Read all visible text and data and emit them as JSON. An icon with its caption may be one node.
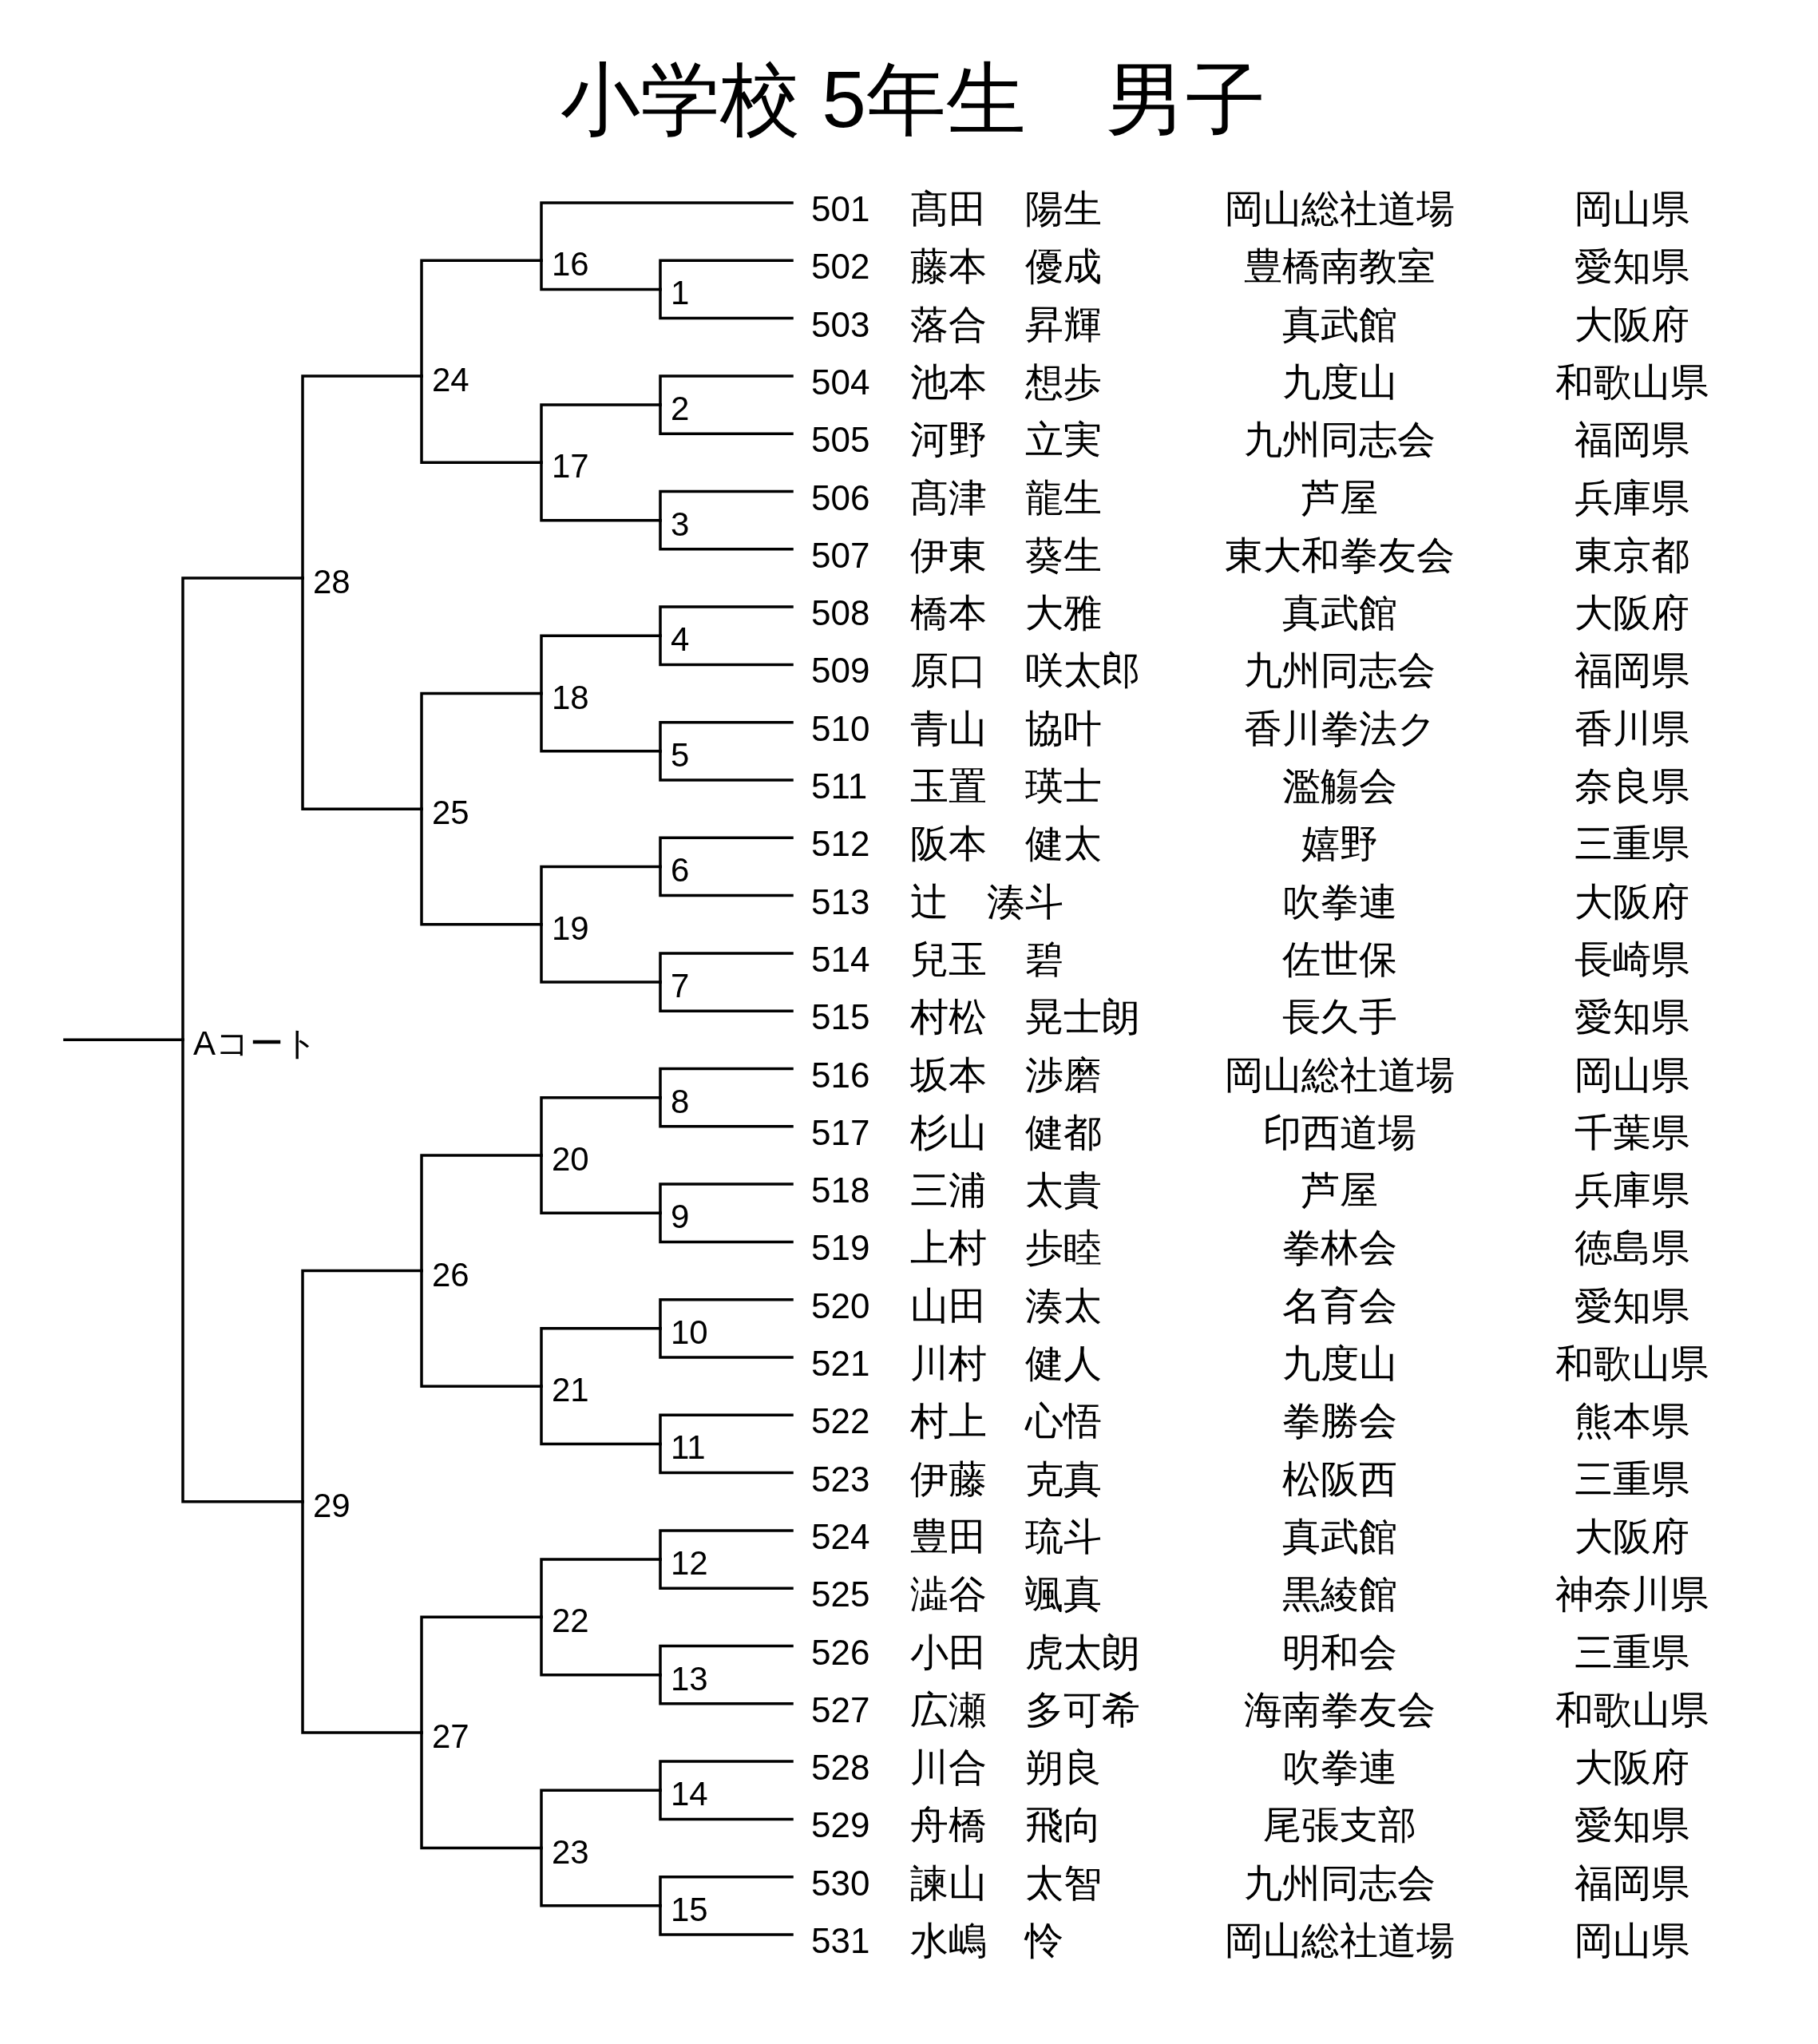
{
  "diagram": {
    "title": "小学校 5年生　男子",
    "nodes": [
      {
        "text": [
          "501",
          "髙田　陽生",
          "岡山総社道場",
          "岡山県"
        ]
      },
      {
        "text": [
          "502",
          "藤本　優成",
          "豊橋南教室",
          "愛知県"
        ]
      },
      {
        "text": [
          "503",
          "落合　昇輝",
          "真武館",
          "大阪府"
        ]
      },
      {
        "text": [
          "504",
          "池本　想歩",
          "九度山",
          "和歌山県"
        ]
      },
      {
        "text": [
          "505",
          "河野　立実",
          "九州同志会",
          "福岡県"
        ]
      },
      {
        "text": [
          "506",
          "髙津　龍生",
          "芦屋",
          "兵庫県"
        ]
      },
      {
        "text": [
          "507",
          "伊東　葵生",
          "東大和拳友会",
          "東京都"
        ]
      },
      {
        "text": [
          "508",
          "橋本　大雅",
          "真武館",
          "大阪府"
        ]
      },
      {
        "text": [
          "509",
          "原口　咲太郎",
          "九州同志会",
          "福岡県"
        ]
      },
      {
        "text": [
          "510",
          "青山　協叶",
          "香川拳法ク",
          "香川県"
        ]
      },
      {
        "text": [
          "511",
          "玉置　瑛士",
          "濫觴会",
          "奈良県"
        ]
      },
      {
        "text": [
          "512",
          "阪本　健太",
          "嬉野",
          "三重県"
        ]
      },
      {
        "text": [
          "513",
          "辻　湊斗",
          "吹拳連",
          "大阪府"
        ]
      },
      {
        "text": [
          "514",
          "兒玉　碧",
          "佐世保",
          "長崎県"
        ]
      },
      {
        "text": [
          "515",
          "村松　晃士朗",
          "長久手",
          "愛知県"
        ]
      },
      {
        "text": [
          "516",
          "坂本　渉磨",
          "岡山総社道場",
          "岡山県"
        ]
      },
      {
        "text": [
          "517",
          "杉山　健都",
          "印西道場",
          "千葉県"
        ]
      },
      {
        "text": [
          "518",
          "三浦　太貴",
          "芦屋",
          "兵庫県"
        ]
      },
      {
        "text": [
          "519",
          "上村　歩睦",
          "拳林会",
          "徳島県"
        ]
      },
      {
        "text": [
          "520",
          "山田　湊太",
          "名育会",
          "愛知県"
        ]
      },
      {
        "text": [
          "521",
          "川村　健人",
          "九度山",
          "和歌山県"
        ]
      },
      {
        "text": [
          "522",
          "村上　心悟",
          "拳勝会",
          "熊本県"
        ]
      },
      {
        "text": [
          "523",
          "伊藤　克真",
          "松阪西",
          "三重県"
        ]
      },
      {
        "text": [
          "524",
          "豊田　琉斗",
          "真武館",
          "大阪府"
        ]
      },
      {
        "text": [
          "525",
          "澁谷　颯真",
          "黒綾館",
          "神奈川県"
        ]
      },
      {
        "text": [
          "526",
          "小田　虎太朗",
          "明和会",
          "三重県"
        ]
      },
      {
        "text": [
          "527",
          "広瀬　多可希",
          "海南拳友会",
          "和歌山県"
        ]
      },
      {
        "text": [
          "528",
          "川合　朔良",
          "吹拳連",
          "大阪府"
        ]
      },
      {
        "text": [
          "529",
          "舟橋　飛向",
          "尾張支部",
          "愛知県"
        ]
      },
      {
        "text": [
          "530",
          "諫山　太智",
          "九州同志会",
          "福岡県"
        ]
      },
      {
        "text": [
          "531",
          "水嶋　怜",
          "岡山総社道場",
          "岡山県"
        ]
      },
      {
        "text": [
          "1"
        ]
      },
      {
        "text": [
          "2"
        ]
      },
      {
        "text": [
          "3"
        ]
      },
      {
        "text": [
          "4"
        ]
      },
      {
        "text": [
          "5"
        ]
      },
      {
        "text": [
          "6"
        ]
      },
      {
        "text": [
          "7"
        ]
      },
      {
        "text": [
          "8"
        ]
      },
      {
        "text": [
          "9"
        ]
      },
      {
        "text": [
          "10"
        ]
      },
      {
        "text": [
          "11"
        ]
      },
      {
        "text": [
          "12"
        ]
      },
      {
        "text": [
          "13"
        ]
      },
      {
        "text": [
          "14"
        ]
      },
      {
        "text": [
          "15"
        ]
      },
      {
        "text": [
          "16"
        ]
      },
      {
        "text": [
          "17"
        ]
      },
      {
        "text": [
          "18"
        ]
      },
      {
        "text": [
          "19"
        ]
      },
      {
        "text": [
          "20"
        ]
      },
      {
        "text": [
          "21"
        ]
      },
      {
        "text": [
          "22"
        ]
      },
      {
        "text": [
          "23"
        ]
      },
      {
        "text": [
          "24"
        ]
      },
      {
        "text": [
          "25"
        ]
      },
      {
        "text": [
          "26"
        ]
      },
      {
        "text": [
          "27"
        ]
      },
      {
        "text": [
          "28"
        ]
      },
      {
        "text": [
          "29"
        ]
      },
      {
        "text": [
          "Aコート"
        ]
      }
    ],
    "edges": [
      {
        "from": 0,
        "to": 46,
        "arrow": "none"
      },
      {
        "from": 1,
        "to": 31,
        "arrow": "none"
      },
      {
        "from": 2,
        "to": 31,
        "arrow": "none"
      },
      {
        "from": 3,
        "to": 32,
        "arrow": "none"
      },
      {
        "from": 4,
        "to": 32,
        "arrow": "none"
      },
      {
        "from": 5,
        "to": 33,
        "arrow": "none"
      },
      {
        "from": 6,
        "to": 33,
        "arrow": "none"
      },
      {
        "from": 7,
        "to": 34,
        "arrow": "none"
      },
      {
        "from": 8,
        "to": 34,
        "arrow": "none"
      },
      {
        "from": 9,
        "to": 35,
        "arrow": "none"
      },
      {
        "from": 10,
        "to": 35,
        "arrow": "none"
      },
      {
        "from": 11,
        "to": 36,
        "arrow": "none"
      },
      {
        "from": 12,
        "to": 36,
        "arrow": "none"
      },
      {
        "from": 13,
        "to": 37,
        "arrow": "none"
      },
      {
        "from": 14,
        "to": 37,
        "arrow": "none"
      },
      {
        "from": 15,
        "to": 38,
        "arrow": "none"
      },
      {
        "from": 16,
        "to": 38,
        "arrow": "none"
      },
      {
        "from": 17,
        "to": 39,
        "arrow": "none"
      },
      {
        "from": 18,
        "to": 39,
        "arrow": "none"
      },
      {
        "from": 19,
        "to": 40,
        "arrow": "none"
      },
      {
        "from": 20,
        "to": 40,
        "arrow": "none"
      },
      {
        "from": 21,
        "to": 41,
        "arrow": "none"
      },
      {
        "from": 22,
        "to": 41,
        "arrow": "none"
      },
      {
        "from": 23,
        "to": 42,
        "arrow": "none"
      },
      {
        "from": 24,
        "to": 42,
        "arrow": "none"
      },
      {
        "from": 25,
        "to": 43,
        "arrow": "none"
      },
      {
        "from": 26,
        "to": 43,
        "arrow": "none"
      },
      {
        "from": 27,
        "to": 44,
        "arrow": "none"
      },
      {
        "from": 28,
        "to": 44,
        "arrow": "none"
      },
      {
        "from": 29,
        "to": 45,
        "arrow": "none"
      },
      {
        "from": 30,
        "to": 45,
        "arrow": "none"
      },
      {
        "from": 31,
        "to": 46,
        "arrow": "none"
      },
      {
        "from": 32,
        "to": 47,
        "arrow": "none"
      },
      {
        "from": 33,
        "to": 47,
        "arrow": "none"
      },
      {
        "from": 34,
        "to": 48,
        "arrow": "none"
      },
      {
        "from": 35,
        "to": 48,
        "arrow": "none"
      },
      {
        "from": 36,
        "to": 49,
        "arrow": "none"
      },
      {
        "from": 37,
        "to": 49,
        "arrow": "none"
      },
      {
        "from": 38,
        "to": 50,
        "arrow": "none"
      },
      {
        "from": 39,
        "to": 50,
        "arrow": "none"
      },
      {
        "from": 40,
        "to": 51,
        "arrow": "none"
      },
      {
        "from": 41,
        "to": 51,
        "arrow": "none"
      },
      {
        "from": 42,
        "to": 52,
        "arrow": "none"
      },
      {
        "from": 43,
        "to": 52,
        "arrow": "none"
      },
      {
        "from": 44,
        "to": 53,
        "arrow": "none"
      },
      {
        "from": 45,
        "to": 53,
        "arrow": "none"
      },
      {
        "from": 46,
        "to": 54,
        "arrow": "none"
      },
      {
        "from": 47,
        "to": 54,
        "arrow": "none"
      },
      {
        "from": 48,
        "to": 55,
        "arrow": "none"
      },
      {
        "from": 49,
        "to": 55,
        "arrow": "none"
      },
      {
        "from": 50,
        "to": 56,
        "arrow": "none"
      },
      {
        "from": 51,
        "to": 56,
        "arrow": "none"
      },
      {
        "from": 52,
        "to": 57,
        "arrow": "none"
      },
      {
        "from": 53,
        "to": 57,
        "arrow": "none"
      },
      {
        "from": 54,
        "to": 58,
        "arrow": "none"
      },
      {
        "from": 55,
        "to": 58,
        "arrow": "none"
      },
      {
        "from": 56,
        "to": 59,
        "arrow": "none"
      },
      {
        "from": 57,
        "to": 59,
        "arrow": "none"
      },
      {
        "from": 58,
        "to": 60,
        "arrow": "none"
      },
      {
        "from": 59,
        "to": 60,
        "arrow": "none"
      },
      {
        "from": 60,
        "to": null,
        "arrow": "none"
      }
    ]
  }
}
